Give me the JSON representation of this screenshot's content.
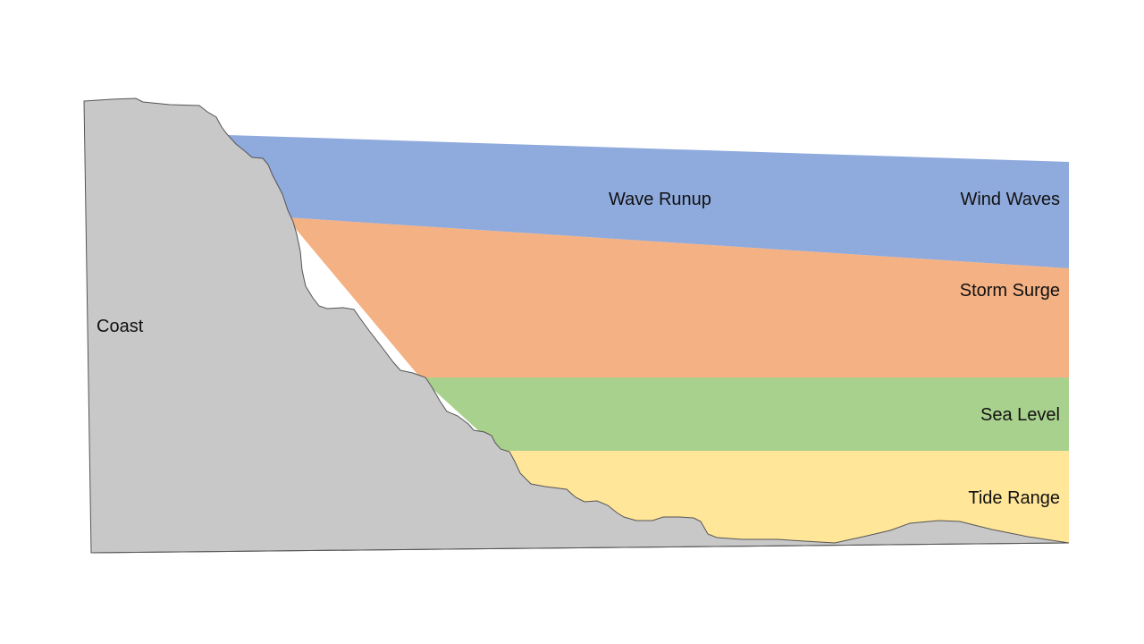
{
  "labels": {
    "coast": "Coast",
    "wave_runup": "Wave Runup",
    "wind_waves": "Wind Waves",
    "storm_surge": "Storm Surge",
    "sea_level": "Sea Level",
    "tide_range": "Tide Range"
  },
  "colors": {
    "wind_waves": "#8faadc",
    "storm_surge": "#f4b183",
    "sea_level": "#a9d18e",
    "tide_range": "#ffe699",
    "coast": "#c8c8c8",
    "coast_outline": "#555555"
  }
}
